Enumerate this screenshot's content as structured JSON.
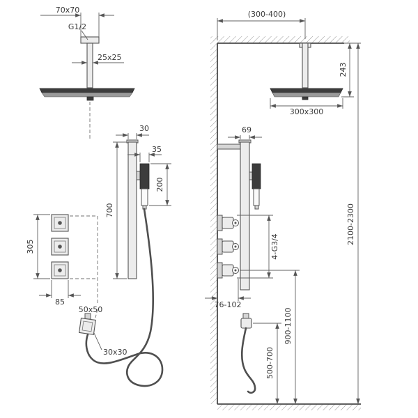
{
  "diagram": "shower-system-installation-dimensions",
  "colors": {
    "line": "#555555",
    "dimension_line": "#606060",
    "text": "#3a3a3a",
    "dark_fill": "#3c3c3c",
    "light_fill": "#ececec",
    "background": "#ffffff"
  },
  "front_view": {
    "labels": {
      "head_size": "70x70",
      "thread": "G1/2",
      "arm_size": "25x25",
      "rail_width": "30",
      "handshower_width": "35",
      "handshower_length": "200",
      "rail_height": "700",
      "valve_group_height": "305",
      "valve_group_width": "85",
      "valve_trim_size": "50x50",
      "outlet_size": "30x30"
    }
  },
  "side_view": {
    "labels": {
      "arm_wall_distance": "(300-400)",
      "arm_drop": "243",
      "head_size": "300x300",
      "column_depth": "69",
      "connections": "4-G3/4",
      "valve_depth": "76-102",
      "install_height": "2100-2300",
      "mixer_height": "900-1100",
      "outlet_height": "500-700"
    }
  }
}
